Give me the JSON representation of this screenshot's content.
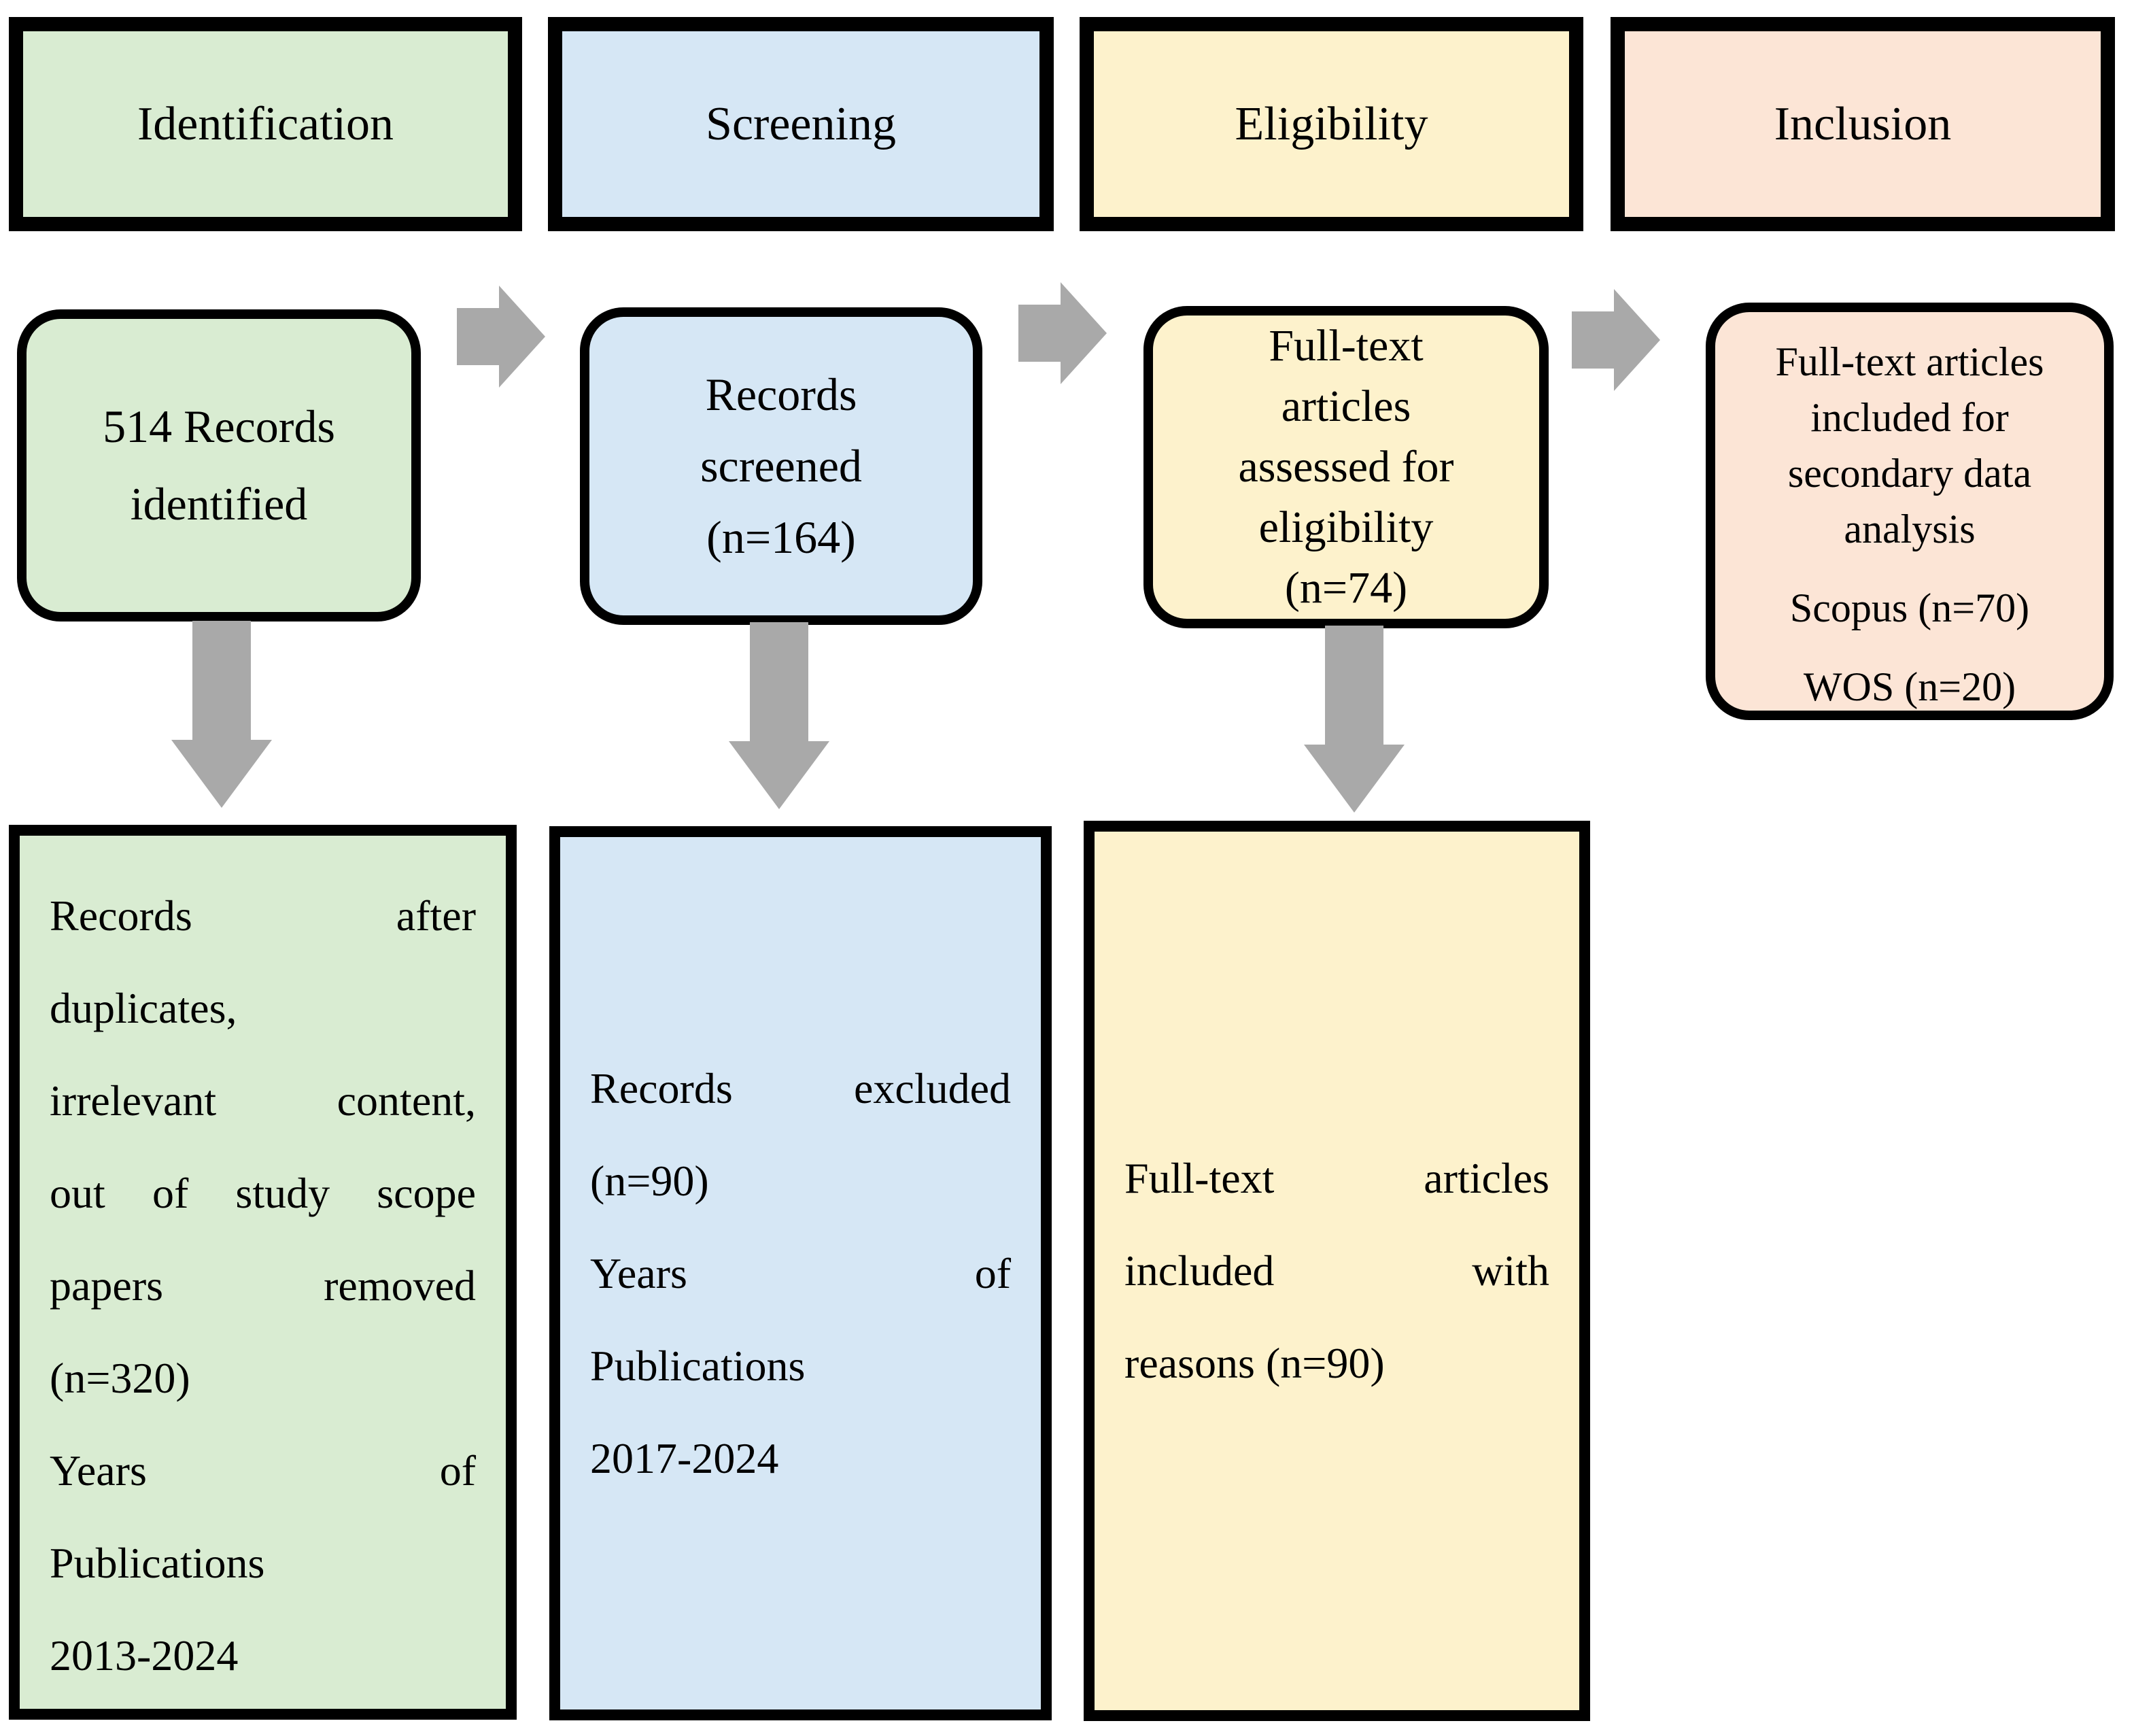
{
  "colors": {
    "green": "#d9ecd2",
    "blue": "#d6e7f5",
    "yellow": "#fdf2cc",
    "peach": "#fce5d6",
    "arrow": "#a9a9a9",
    "border": "#000000"
  },
  "headers": [
    {
      "label": "Identification"
    },
    {
      "label": "Screening"
    },
    {
      "label": "Eligibility"
    },
    {
      "label": "Inclusion"
    }
  ],
  "stage_boxes": {
    "identification": {
      "lines": [
        "514 Records",
        "identified"
      ]
    },
    "screening": {
      "lines": [
        "Records",
        "screened",
        "(n=164)"
      ]
    },
    "eligibility": {
      "lines": [
        "Full-text",
        "articles",
        "assessed for",
        "eligibility",
        "(n=74)"
      ]
    },
    "inclusion": {
      "para_lines": [
        "Full-text articles",
        "included for",
        "secondary data",
        "analysis"
      ],
      "sources": [
        "Scopus (n=70)",
        "WOS (n=20)"
      ]
    }
  },
  "detail_boxes": {
    "identification": {
      "lines": [
        {
          "t": "Records after",
          "spread": true
        },
        {
          "t": "duplicates,"
        },
        {
          "t": "irrelevant content,",
          "spread": true
        },
        {
          "t": "out of study scope",
          "spread": true
        },
        {
          "t": "papers removed",
          "spread": true
        },
        {
          "t": "(n=320)"
        },
        {
          "t": "Years of",
          "spread": true
        },
        {
          "t": "Publications"
        },
        {
          "t": "2013-2024"
        }
      ]
    },
    "screening": {
      "lines": [
        {
          "t": "Records excluded",
          "spread": true
        },
        {
          "t": "(n=90)"
        },
        {
          "t": "Years of",
          "spread": true
        },
        {
          "t": "Publications"
        },
        {
          "t": "2017-2024"
        }
      ]
    },
    "eligibility": {
      "lines": [
        {
          "t": "Full-text articles",
          "spread": true
        },
        {
          "t": "included with",
          "spread": true
        },
        {
          "t": "reasons (n=90)"
        }
      ]
    }
  }
}
